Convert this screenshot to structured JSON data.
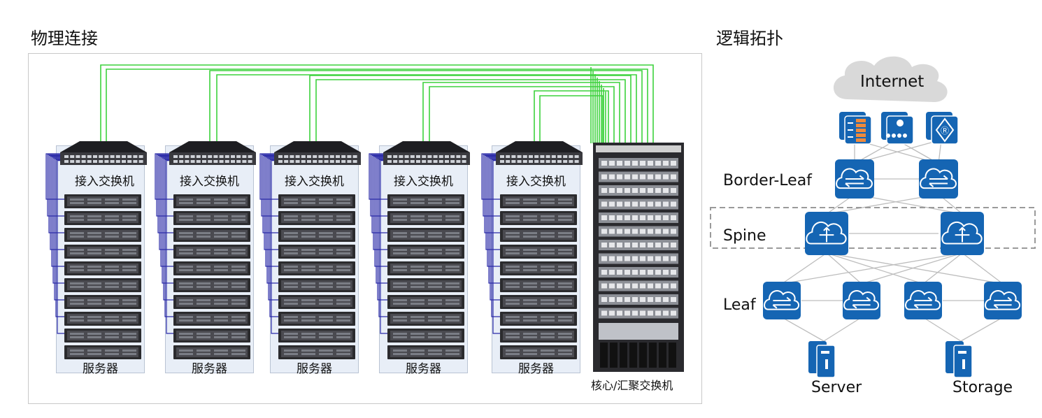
{
  "titles": {
    "physical": "物理连接",
    "logical": "逻辑拓扑"
  },
  "physical": {
    "racks": [
      {
        "switch_label": "接入交换机",
        "server_label": "服务器"
      },
      {
        "switch_label": "接入交换机",
        "server_label": "服务器"
      },
      {
        "switch_label": "接入交换机",
        "server_label": "服务器"
      },
      {
        "switch_label": "接入交换机",
        "server_label": "服务器"
      },
      {
        "switch_label": "接入交换机",
        "server_label": "服务器"
      }
    ],
    "core_label": "核心/汇聚交换机"
  },
  "logical": {
    "internet": "Internet",
    "layers": {
      "border_leaf": "Border-Leaf",
      "spine": "Spine",
      "leaf": "Leaf"
    },
    "endpoints": {
      "server": "Server",
      "storage": "Storage"
    },
    "colors": {
      "node_blue": "#1565b3",
      "cloud_gray": "#d9d9d9",
      "link_gray": "#bdbdbd",
      "green_cable": "#3cd23c",
      "blue_cable": "#2a2aa8"
    },
    "icons": [
      "firewall-icon",
      "load-balancer-icon",
      "router-icon"
    ]
  }
}
